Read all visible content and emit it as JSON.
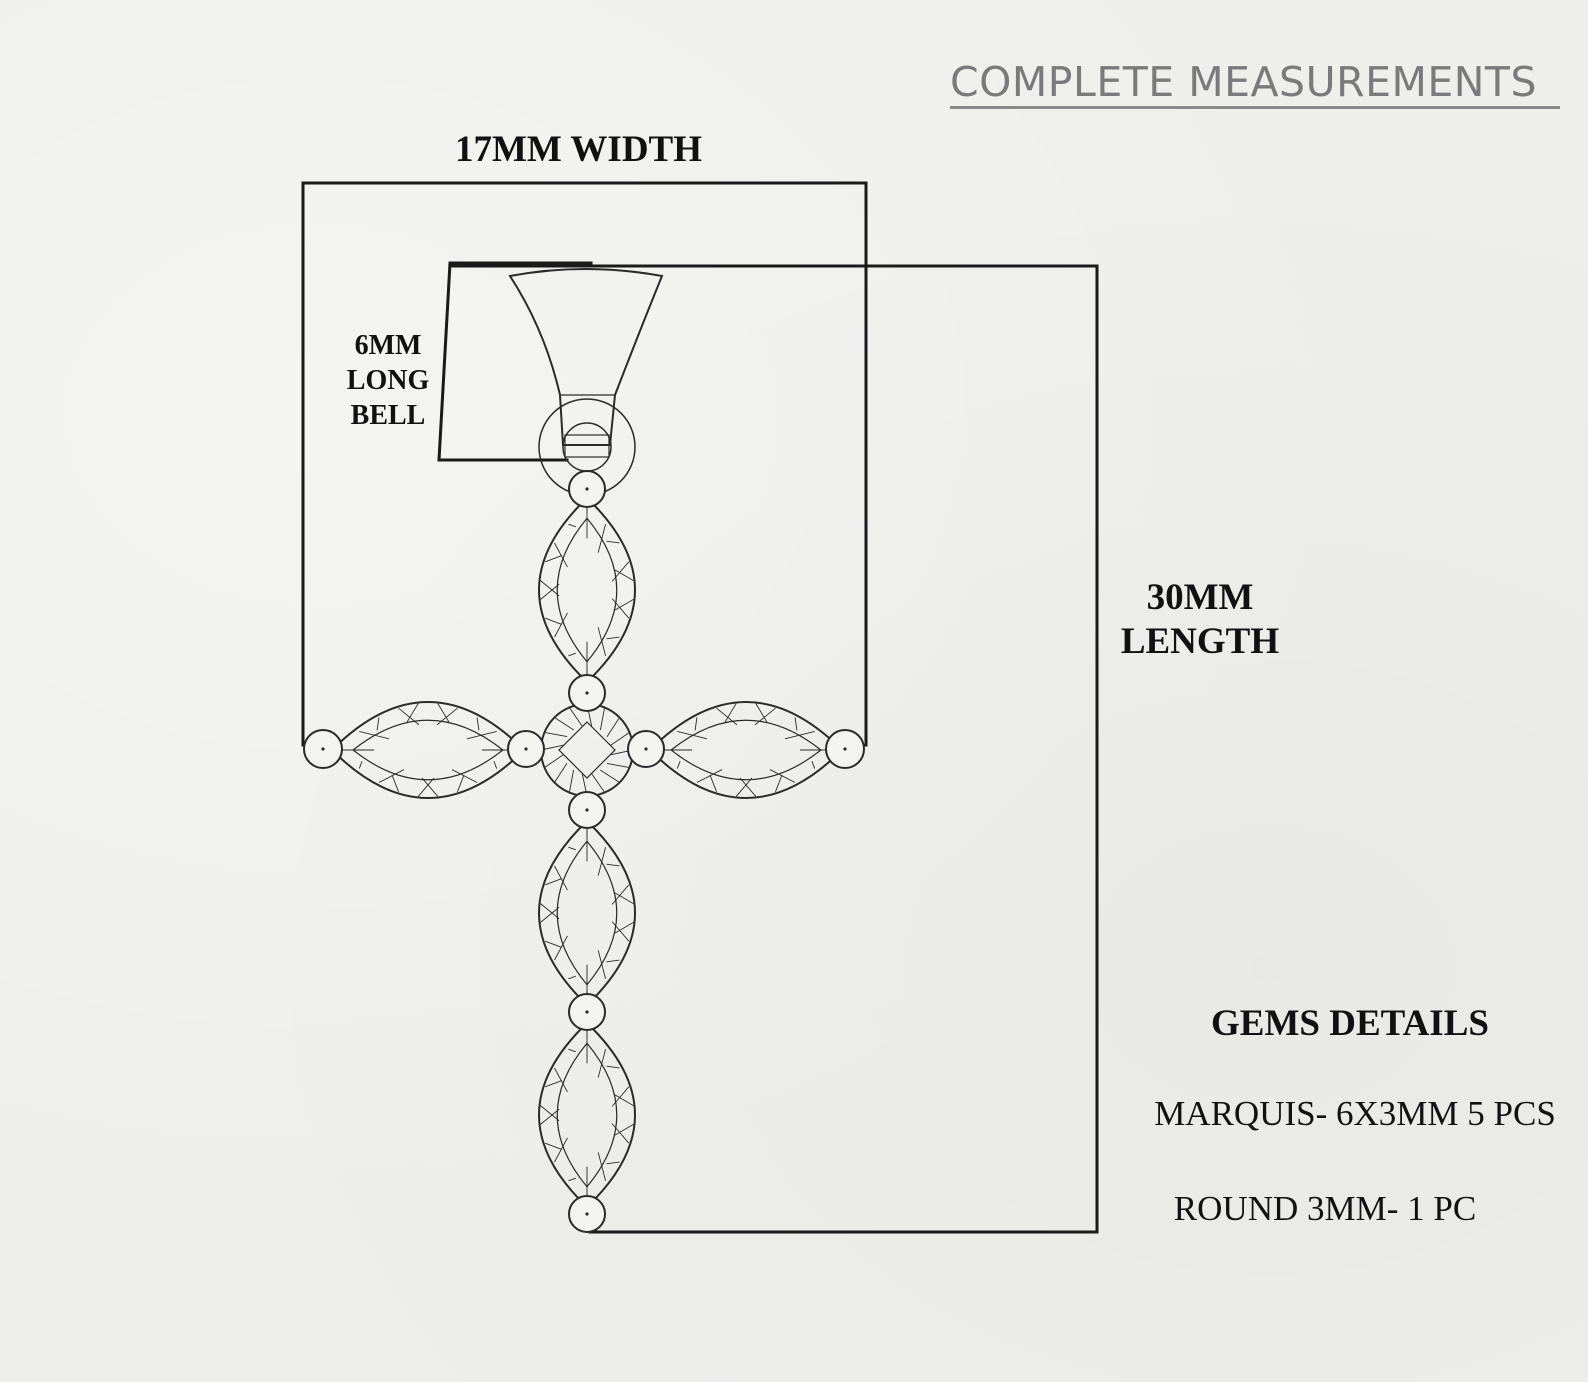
{
  "title": "COMPLETE MEASUREMENTS",
  "dimensions": {
    "width_label": "17MM WIDTH",
    "bell_label_lines": [
      "6MM",
      "LONG",
      "BELL"
    ],
    "length_label_lines": [
      "30MM",
      "LENGTH"
    ]
  },
  "gems": {
    "heading": "GEMS DETAILS",
    "items": [
      "MARQUIS- 6X3MM 5 PCS",
      "ROUND 3MM- 1 PC"
    ]
  },
  "colors": {
    "line": "#1a1a1a",
    "title": "#7a7a7a",
    "background": "#eeeeeb"
  }
}
